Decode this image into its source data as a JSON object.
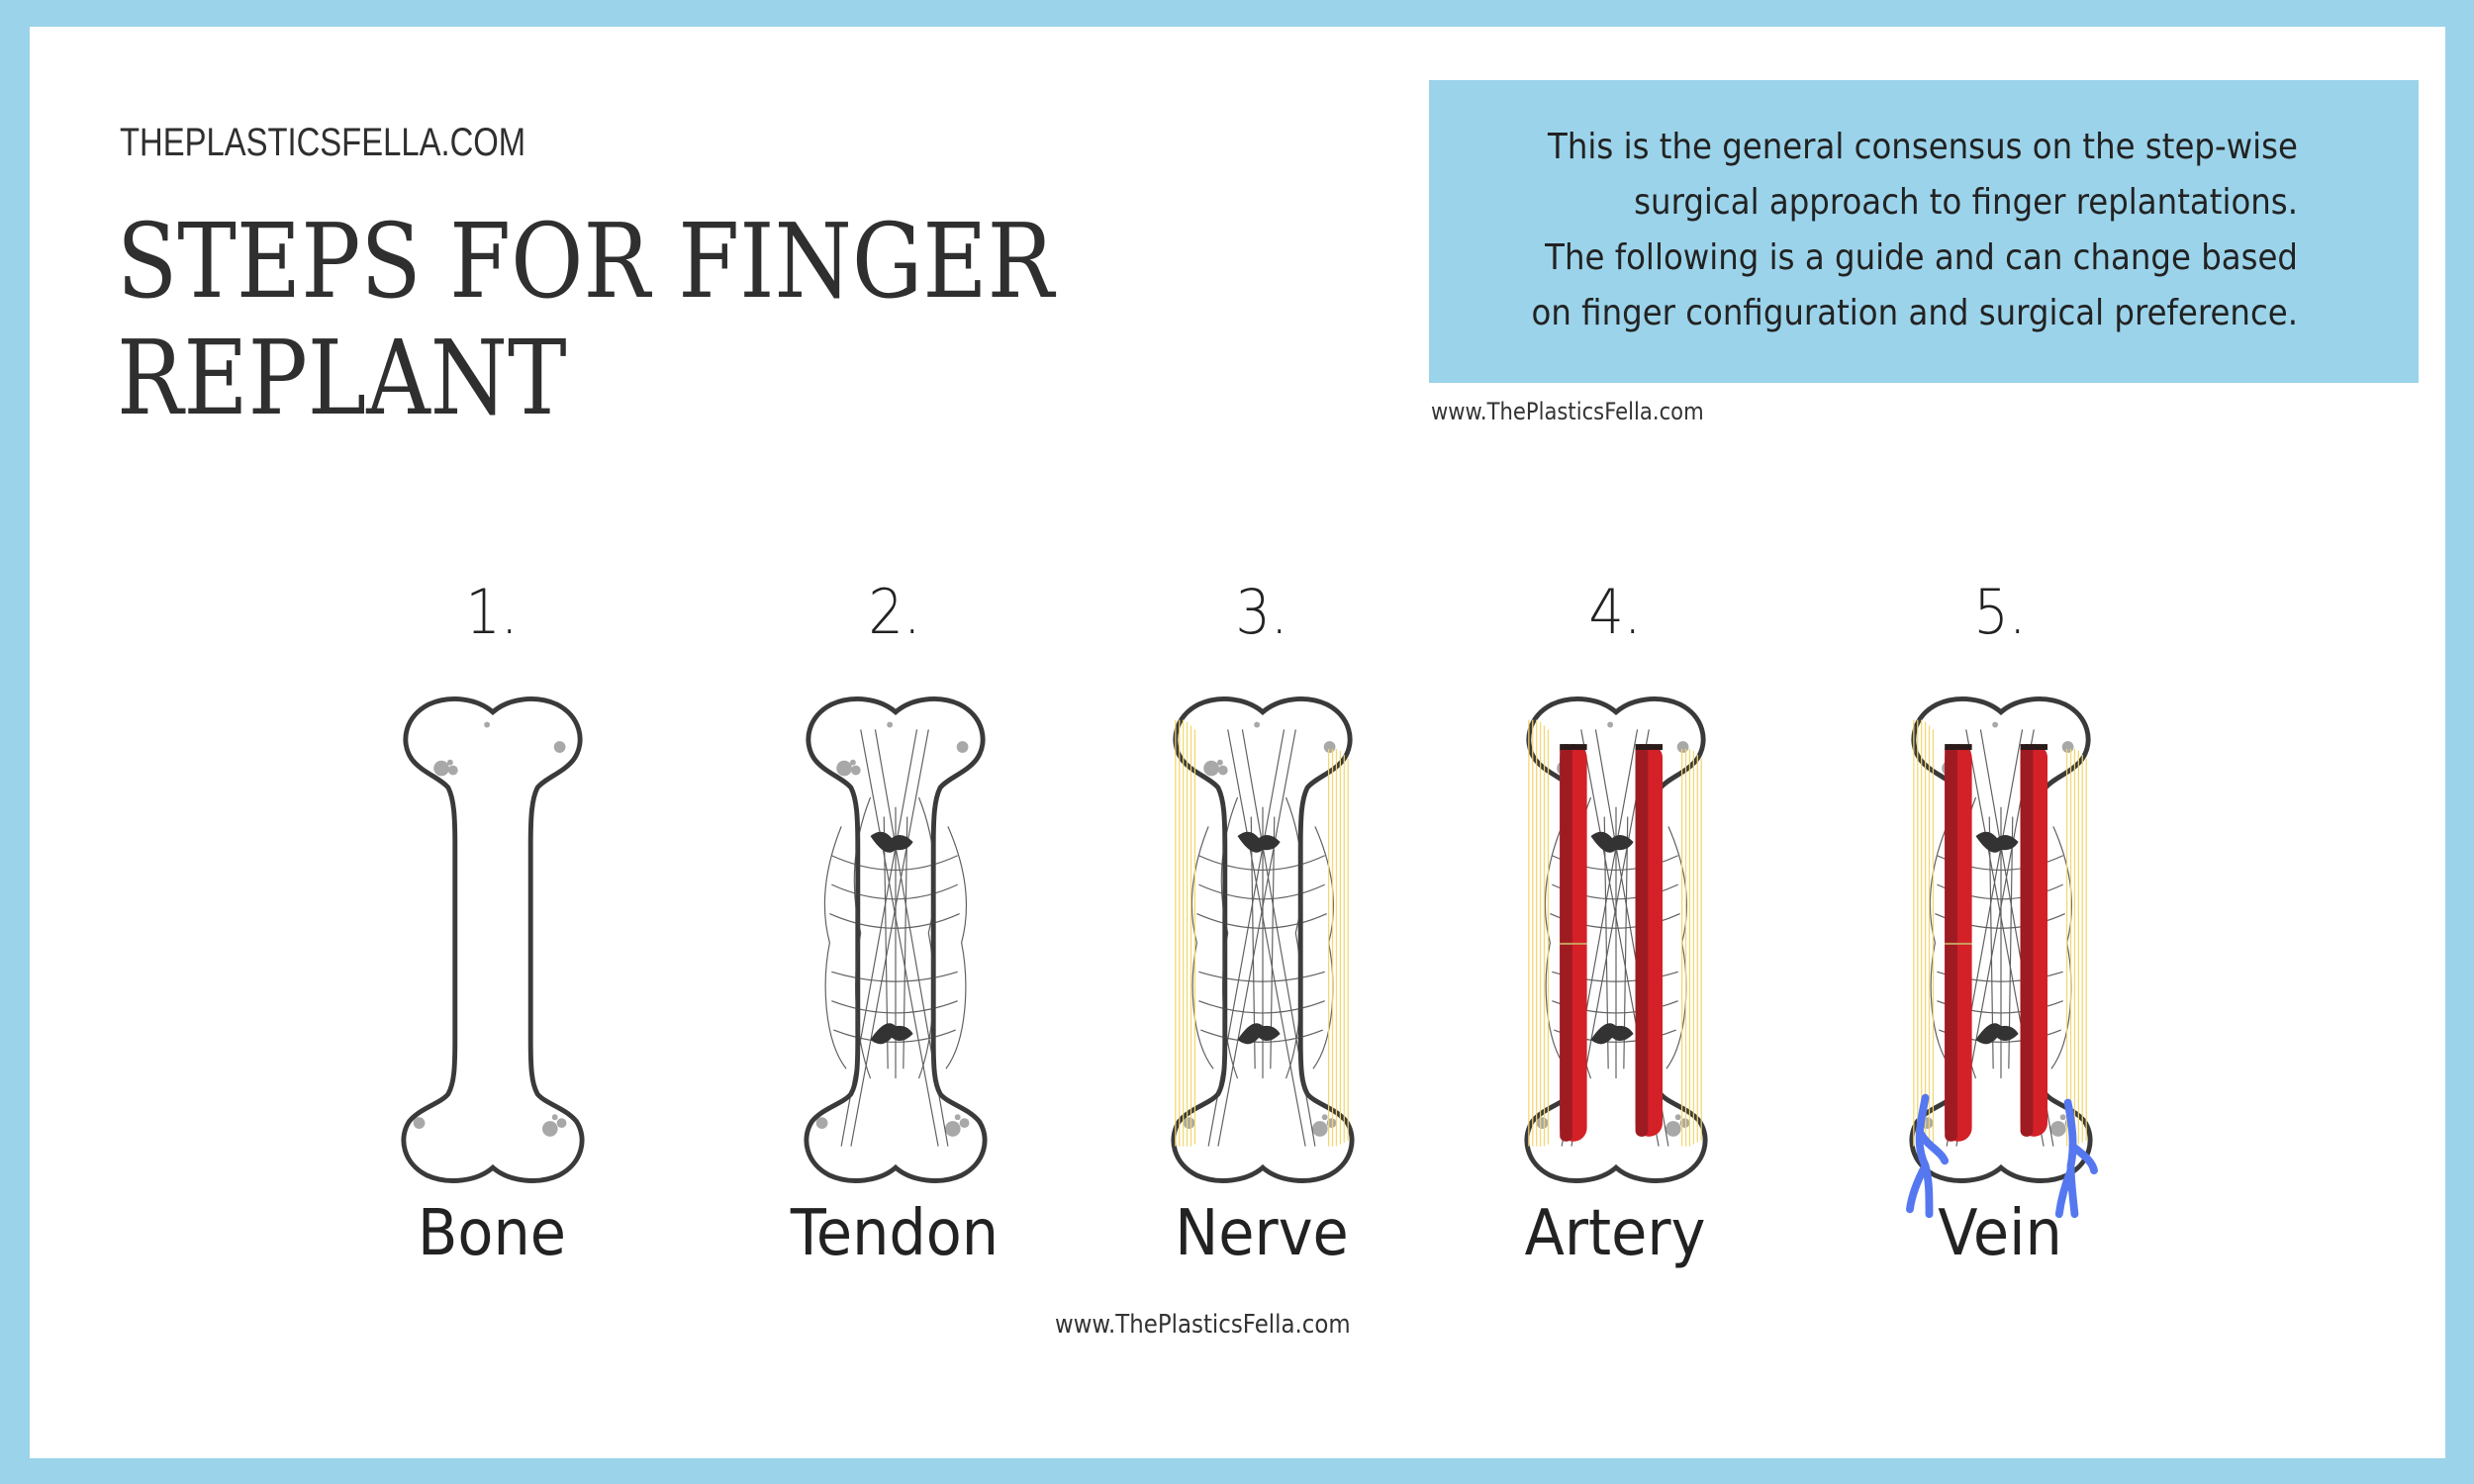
{
  "header": {
    "site_label": "THEPLASTICSFELLA.COM",
    "title_line1": "STEPS FOR FINGER",
    "title_line2": "REPLANT"
  },
  "info_box": {
    "lines": [
      "This is the general consensus on the step-wise",
      "surgical approach to finger replantations.",
      "The following is a guide and can change based",
      "on finger configuration and surgical preference."
    ]
  },
  "url_top": "www.ThePlasticsFella.com",
  "url_bottom": "www.ThePlasticsFella.com",
  "steps": [
    {
      "number": "1.",
      "label": "Bone",
      "layers": [
        "bone"
      ]
    },
    {
      "number": "2.",
      "label": "Tendon",
      "layers": [
        "bone",
        "tendon"
      ]
    },
    {
      "number": "3.",
      "label": "Nerve",
      "layers": [
        "bone",
        "tendon",
        "nerve"
      ]
    },
    {
      "number": "4.",
      "label": "Artery",
      "layers": [
        "bone",
        "tendon",
        "nerve",
        "artery"
      ]
    },
    {
      "number": "5.",
      "label": "Vein",
      "layers": [
        "bone",
        "tendon",
        "nerve",
        "artery",
        "vein"
      ]
    }
  ],
  "colors": {
    "border": "#9bd3ea",
    "info_box": "#9bd3ea",
    "text": "#2f2f2f",
    "bone_outline": "#3a3a3a",
    "bone_spots": "#a8a8a8",
    "tendon": "#555555",
    "nerve": "#f2d56b",
    "artery": "#d42027",
    "artery_shadow": "#9e1b22",
    "vein": "#5578f0"
  }
}
